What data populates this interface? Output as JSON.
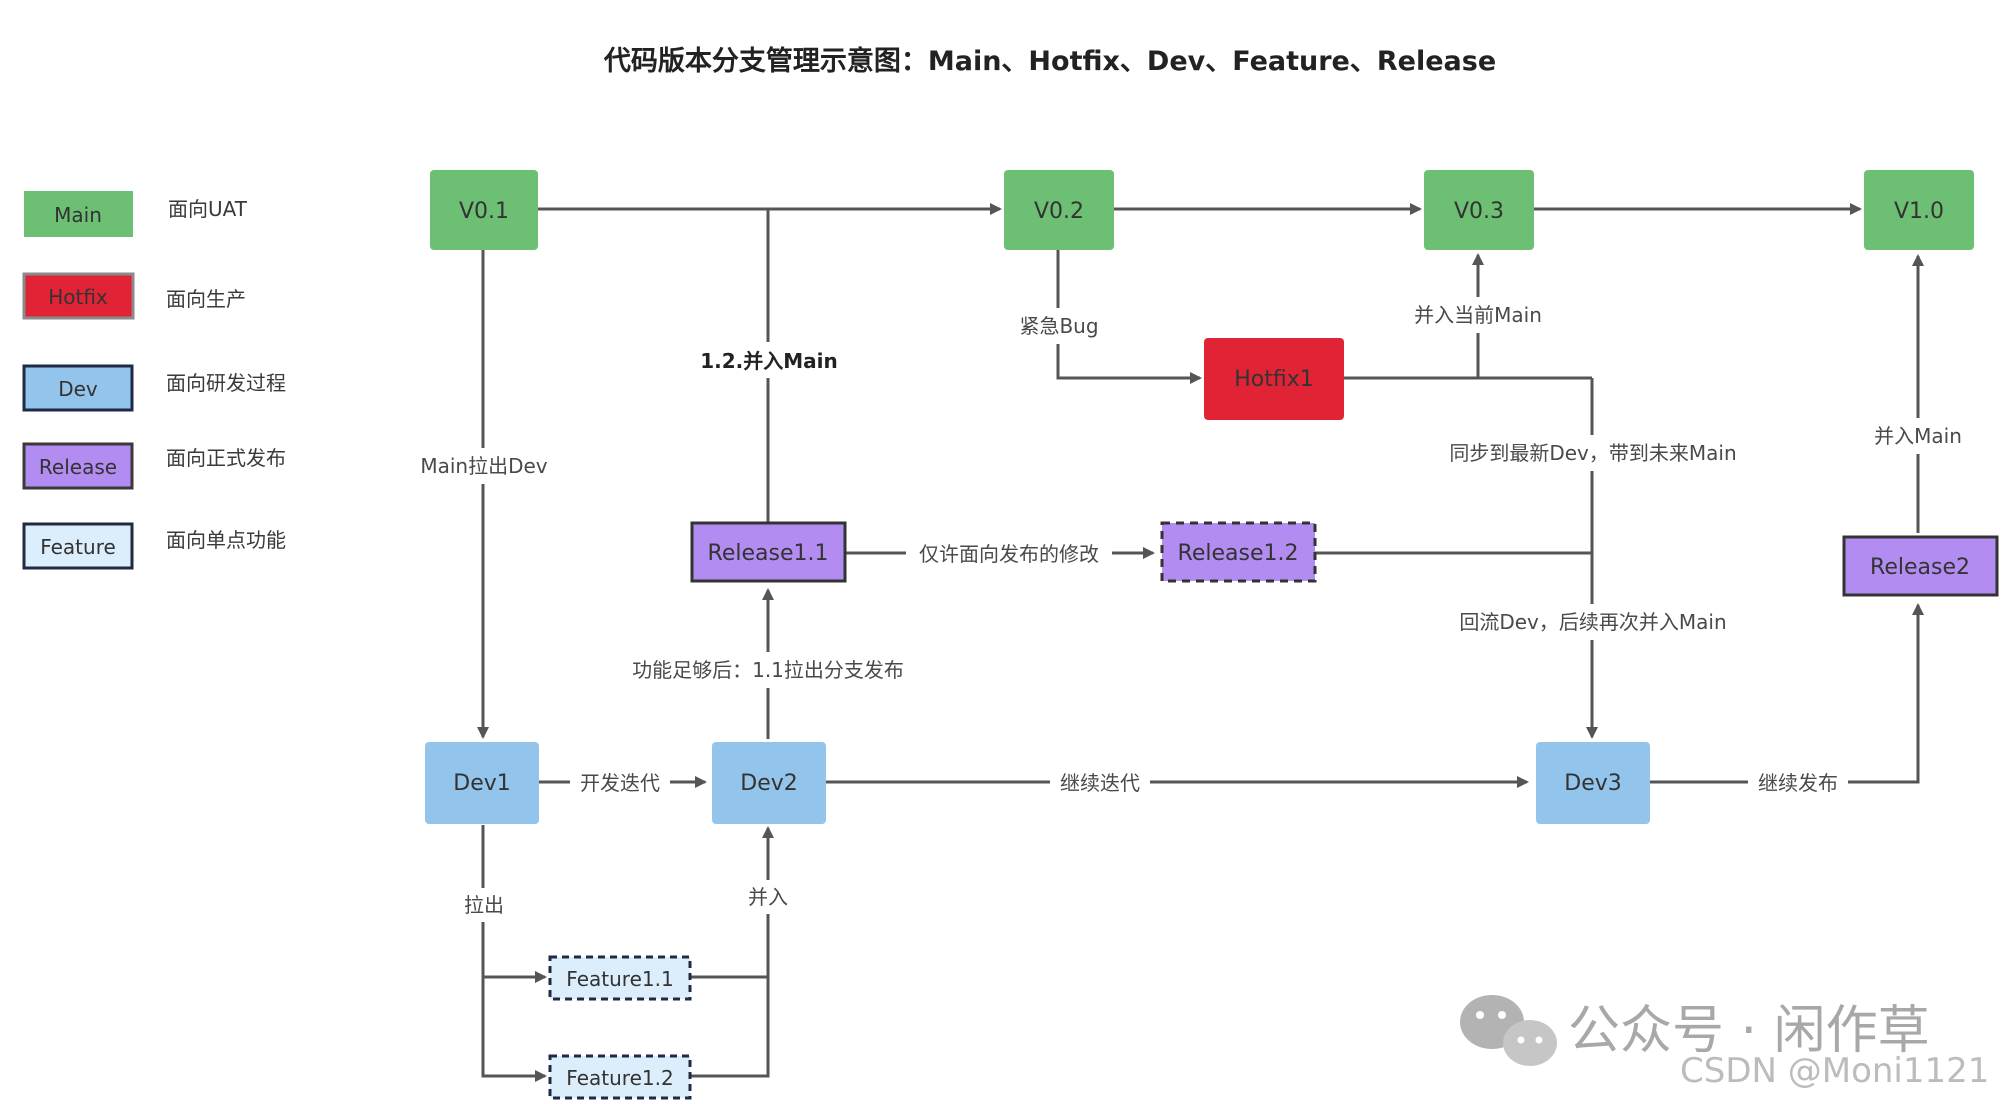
{
  "title": "代码版本分支管理示意图：Main、Hotfix、Dev、Feature、Release",
  "legend": [
    {
      "id": "main",
      "label": "Main",
      "desc": "面向UAT",
      "color": "#6dbf73",
      "border": "#6dbf73",
      "dashed": false
    },
    {
      "id": "hotfix",
      "label": "Hotfix",
      "desc": "面向生产",
      "color": "#e02435",
      "border": "#8a8a8a",
      "dashed": false
    },
    {
      "id": "dev",
      "label": "Dev",
      "desc": "面向研发过程",
      "color": "#92c4ec",
      "border": "#1f2a44",
      "dashed": false
    },
    {
      "id": "release",
      "label": "Release",
      "desc": "面向正式发布",
      "color": "#b28cf0",
      "border": "#3a3a3a",
      "dashed": false
    },
    {
      "id": "feature",
      "label": "Feature",
      "desc": "面向单点功能",
      "color": "#dceefc",
      "border": "#1f2a44",
      "dashed": false
    }
  ],
  "nodes": {
    "v01": {
      "label": "V0.1",
      "type": "main"
    },
    "v02": {
      "label": "V0.2",
      "type": "main"
    },
    "v03": {
      "label": "V0.3",
      "type": "main"
    },
    "v10": {
      "label": "V1.0",
      "type": "main"
    },
    "hotfix1": {
      "label": "Hotfix1",
      "type": "hotfix"
    },
    "release11": {
      "label": "Release1.1",
      "type": "release"
    },
    "release12": {
      "label": "Release1.2",
      "type": "release-dashed"
    },
    "release2": {
      "label": "Release2",
      "type": "release"
    },
    "dev1": {
      "label": "Dev1",
      "type": "dev"
    },
    "dev2": {
      "label": "Dev2",
      "type": "dev"
    },
    "dev3": {
      "label": "Dev3",
      "type": "dev"
    },
    "feature11": {
      "label": "Feature1.1",
      "type": "feature-dashed"
    },
    "feature12": {
      "label": "Feature1.2",
      "type": "feature-dashed"
    }
  },
  "edge_labels": {
    "main_pull_dev": "Main拉出Dev",
    "merge_main_12": "1.2.并入Main",
    "urgent_bug": "紧急Bug",
    "merge_current_main": "并入当前Main",
    "sync_dev": "同步到最新Dev，带到未来Main",
    "release_only_fix": "仅许面向发布的修改",
    "back_to_dev": "回流Dev，后续再次并入Main",
    "after_enough_features": "功能足够后：1.1拉出分支发布",
    "dev_iterate": "开发迭代",
    "continue_iterate": "继续迭代",
    "continue_release": "继续发布",
    "merge_main": "并入Main",
    "pull_out": "拉出",
    "merge_in": "并入"
  },
  "watermark": {
    "primary": "公众号 · 闲作草",
    "secondary": "CSDN @Moni1121"
  }
}
